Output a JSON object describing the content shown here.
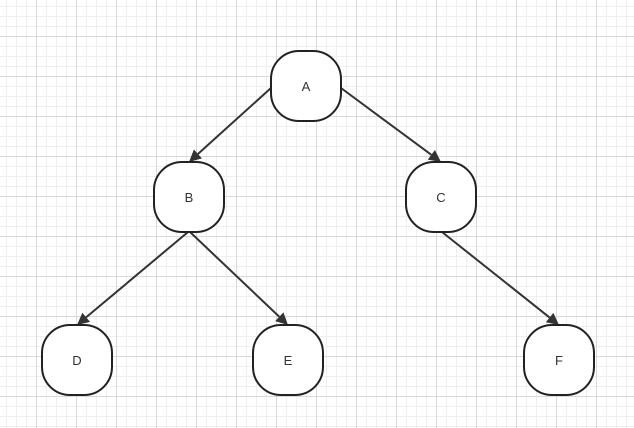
{
  "diagram": {
    "type": "tree",
    "colors": {
      "node_fill": "#ffffff",
      "node_stroke": "#222222",
      "edge": "#333333",
      "grid_major": "#d9d9d9",
      "grid_minor": "#efefef"
    },
    "nodes": [
      {
        "id": "A",
        "label": "A"
      },
      {
        "id": "B",
        "label": "B"
      },
      {
        "id": "C",
        "label": "C"
      },
      {
        "id": "D",
        "label": "D"
      },
      {
        "id": "E",
        "label": "E"
      },
      {
        "id": "F",
        "label": "F"
      }
    ],
    "edges": [
      {
        "from": "A",
        "to": "B"
      },
      {
        "from": "A",
        "to": "C"
      },
      {
        "from": "B",
        "to": "D"
      },
      {
        "from": "B",
        "to": "E"
      },
      {
        "from": "C",
        "to": "F"
      }
    ]
  }
}
